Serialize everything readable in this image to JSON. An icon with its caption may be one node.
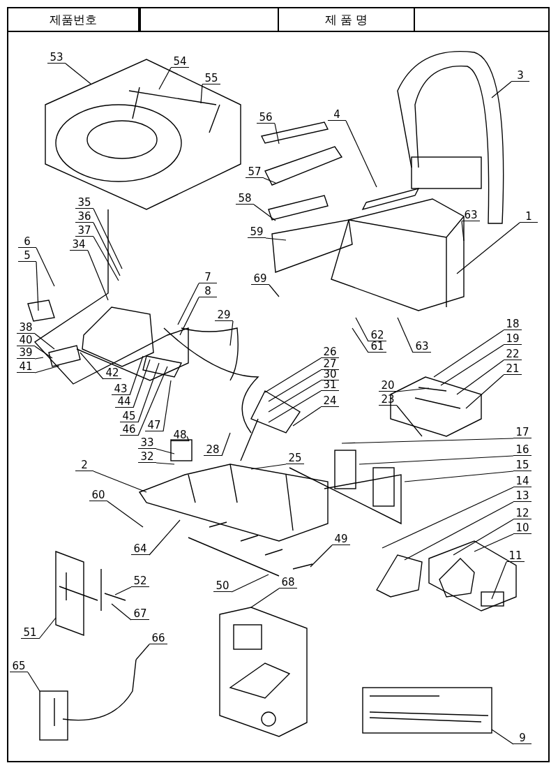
{
  "diagram": {
    "nodes": [
      {
        "text": [
          "53"
        ]
      },
      {
        "text": [
          "54"
        ]
      },
      {
        "text": [
          "55"
        ]
      },
      {
        "text": [
          "3"
        ]
      },
      {
        "text": [
          "4"
        ]
      },
      {
        "text": [
          "56"
        ]
      },
      {
        "text": [
          "57"
        ]
      },
      {
        "text": [
          "58"
        ]
      },
      {
        "text": [
          "63"
        ]
      },
      {
        "text": [
          "1"
        ]
      },
      {
        "text": [
          "59"
        ]
      },
      {
        "text": [
          "35"
        ]
      },
      {
        "text": [
          "36"
        ]
      },
      {
        "text": [
          "37"
        ]
      },
      {
        "text": [
          "34"
        ]
      },
      {
        "text": [
          "6"
        ]
      },
      {
        "text": [
          "5"
        ]
      },
      {
        "text": [
          "69"
        ]
      },
      {
        "text": [
          "7"
        ]
      },
      {
        "text": [
          "8"
        ]
      },
      {
        "text": [
          "29"
        ]
      },
      {
        "text": [
          "62"
        ]
      },
      {
        "text": [
          "61"
        ]
      },
      {
        "text": [
          "63"
        ]
      },
      {
        "text": [
          "18"
        ]
      },
      {
        "text": [
          "19"
        ]
      },
      {
        "text": [
          "22"
        ]
      },
      {
        "text": [
          "21"
        ]
      },
      {
        "text": [
          "26"
        ]
      },
      {
        "text": [
          "27"
        ]
      },
      {
        "text": [
          "30"
        ]
      },
      {
        "text": [
          "31"
        ]
      },
      {
        "text": [
          "24"
        ]
      },
      {
        "text": [
          "20"
        ]
      },
      {
        "text": [
          "23"
        ]
      },
      {
        "text": [
          "38"
        ]
      },
      {
        "text": [
          "40"
        ]
      },
      {
        "text": [
          "39"
        ]
      },
      {
        "text": [
          "41"
        ]
      },
      {
        "text": [
          "42"
        ]
      },
      {
        "text": [
          "43"
        ]
      },
      {
        "text": [
          "44"
        ]
      },
      {
        "text": [
          "45"
        ]
      },
      {
        "text": [
          "46"
        ]
      },
      {
        "text": [
          "47"
        ]
      },
      {
        "text": [
          "17"
        ]
      },
      {
        "text": [
          "48"
        ]
      },
      {
        "text": [
          "33"
        ]
      },
      {
        "text": [
          "32"
        ]
      },
      {
        "text": [
          "28"
        ]
      },
      {
        "text": [
          "16"
        ]
      },
      {
        "text": [
          "25"
        ]
      },
      {
        "text": [
          "15"
        ]
      },
      {
        "text": [
          "2"
        ]
      },
      {
        "text": [
          "14"
        ]
      },
      {
        "text": [
          "60"
        ]
      },
      {
        "text": [
          "13"
        ]
      },
      {
        "text": [
          "12"
        ]
      },
      {
        "text": [
          "10"
        ]
      },
      {
        "text": [
          "49"
        ]
      },
      {
        "text": [
          "11"
        ]
      },
      {
        "text": [
          "64"
        ]
      },
      {
        "text": [
          "52"
        ]
      },
      {
        "text": [
          "50"
        ]
      },
      {
        "text": [
          "68"
        ]
      },
      {
        "text": [
          "67"
        ]
      },
      {
        "text": [
          "51"
        ]
      },
      {
        "text": [
          "66"
        ]
      },
      {
        "text": [
          "65"
        ]
      },
      {
        "text": [
          "9"
        ]
      }
    ],
    "edges": [
      {
        "from": 0,
        "to": null,
        "arrow": "none"
      },
      {
        "from": 1,
        "to": null,
        "arrow": "none"
      },
      {
        "from": 2,
        "to": null,
        "arrow": "none"
      },
      {
        "from": 3,
        "to": null,
        "arrow": "none"
      },
      {
        "from": 4,
        "to": null,
        "arrow": "none"
      },
      {
        "from": 5,
        "to": null,
        "arrow": "none"
      },
      {
        "from": 6,
        "to": null,
        "arrow": "none"
      },
      {
        "from": 7,
        "to": null,
        "arrow": "none"
      },
      {
        "from": 8,
        "to": null,
        "arrow": "none"
      },
      {
        "from": 9,
        "to": null,
        "arrow": "none"
      },
      {
        "from": 10,
        "to": null,
        "arrow": "none"
      },
      {
        "from": 11,
        "to": null,
        "arrow": "none"
      },
      {
        "from": 12,
        "to": null,
        "arrow": "none"
      },
      {
        "from": 13,
        "to": null,
        "arrow": "none"
      },
      {
        "from": 14,
        "to": null,
        "arrow": "none"
      },
      {
        "from": 15,
        "to": null,
        "arrow": "none"
      },
      {
        "from": 16,
        "to": null,
        "arrow": "none"
      },
      {
        "from": 17,
        "to": null,
        "arrow": "none"
      },
      {
        "from": 18,
        "to": null,
        "arrow": "none"
      },
      {
        "from": 19,
        "to": null,
        "arrow": "none"
      },
      {
        "from": 20,
        "to": null,
        "arrow": "none"
      },
      {
        "from": 21,
        "to": null,
        "arrow": "none"
      },
      {
        "from": 22,
        "to": null,
        "arrow": "none"
      },
      {
        "from": 23,
        "to": null,
        "arrow": "none"
      },
      {
        "from": 24,
        "to": null,
        "arrow": "none"
      },
      {
        "from": 25,
        "to": null,
        "arrow": "none"
      },
      {
        "from": 26,
        "to": null,
        "arrow": "none"
      },
      {
        "from": 27,
        "to": null,
        "arrow": "none"
      },
      {
        "from": 28,
        "to": null,
        "arrow": "none"
      },
      {
        "from": 29,
        "to": null,
        "arrow": "none"
      },
      {
        "from": 30,
        "to": null,
        "arrow": "none"
      },
      {
        "from": 31,
        "to": null,
        "arrow": "none"
      },
      {
        "from": 32,
        "to": null,
        "arrow": "none"
      },
      {
        "from": 33,
        "to": null,
        "arrow": "none"
      },
      {
        "from": 34,
        "to": null,
        "arrow": "none"
      },
      {
        "from": 35,
        "to": null,
        "arrow": "none"
      },
      {
        "from": 36,
        "to": null,
        "arrow": "none"
      },
      {
        "from": 37,
        "to": null,
        "arrow": "none"
      },
      {
        "from": 38,
        "to": null,
        "arrow": "none"
      },
      {
        "from": 39,
        "to": null,
        "arrow": "none"
      },
      {
        "from": 40,
        "to": null,
        "arrow": "none"
      },
      {
        "from": 41,
        "to": null,
        "arrow": "none"
      },
      {
        "from": 42,
        "to": null,
        "arrow": "none"
      },
      {
        "from": 43,
        "to": null,
        "arrow": "none"
      },
      {
        "from": 44,
        "to": null,
        "arrow": "none"
      },
      {
        "from": 45,
        "to": null,
        "arrow": "none"
      },
      {
        "from": 46,
        "to": null,
        "arrow": "none"
      },
      {
        "from": 47,
        "to": null,
        "arrow": "none"
      },
      {
        "from": 48,
        "to": null,
        "arrow": "none"
      },
      {
        "from": 49,
        "to": null,
        "arrow": "none"
      },
      {
        "from": 50,
        "to": null,
        "arrow": "none"
      },
      {
        "from": 51,
        "to": null,
        "arrow": "none"
      },
      {
        "from": 52,
        "to": null,
        "arrow": "none"
      },
      {
        "from": 53,
        "to": null,
        "arrow": "none"
      },
      {
        "from": 54,
        "to": null,
        "arrow": "none"
      },
      {
        "from": 55,
        "to": null,
        "arrow": "none"
      },
      {
        "from": 56,
        "to": null,
        "arrow": "none"
      },
      {
        "from": 57,
        "to": null,
        "arrow": "none"
      },
      {
        "from": 58,
        "to": null,
        "arrow": "none"
      },
      {
        "from": 59,
        "to": null,
        "arrow": "none"
      },
      {
        "from": 60,
        "to": null,
        "arrow": "none"
      },
      {
        "from": 61,
        "to": null,
        "arrow": "none"
      },
      {
        "from": 62,
        "to": null,
        "arrow": "none"
      },
      {
        "from": 63,
        "to": null,
        "arrow": "none"
      },
      {
        "from": 64,
        "to": null,
        "arrow": "none"
      },
      {
        "from": 65,
        "to": null,
        "arrow": "none"
      },
      {
        "from": 66,
        "to": null,
        "arrow": "none"
      },
      {
        "from": 67,
        "to": null,
        "arrow": "none"
      },
      {
        "from": 68,
        "to": null,
        "arrow": "none"
      },
      {
        "from": 69,
        "to": null,
        "arrow": "none"
      }
    ],
    "labels": [
      "제품번호",
      "제 품 명"
    ]
  }
}
